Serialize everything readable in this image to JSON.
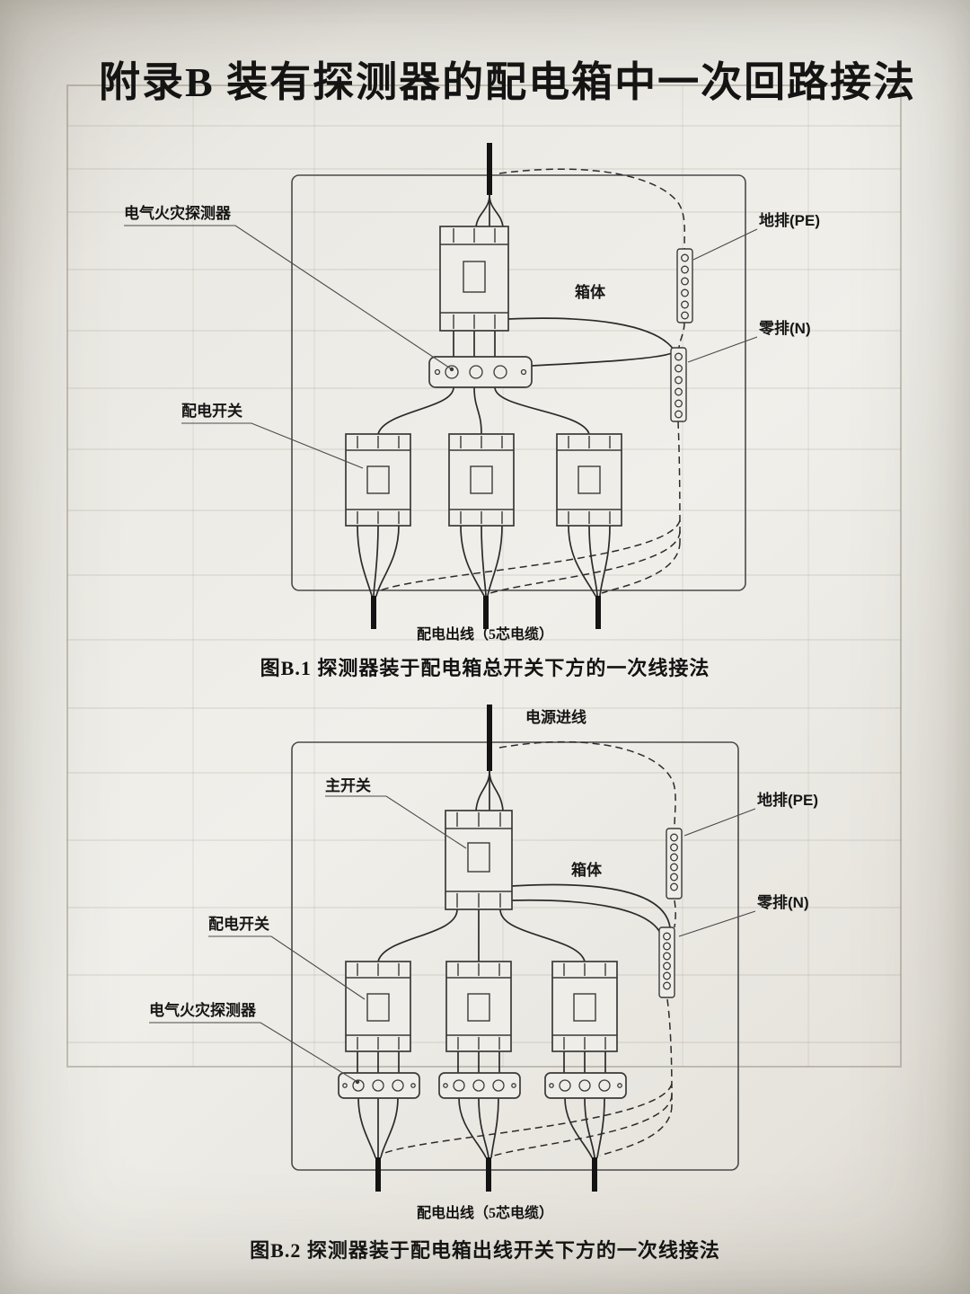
{
  "page": {
    "title": "附录B 装有探测器的配电箱中一次回路接法"
  },
  "fig1": {
    "labels": {
      "detector": "电气火灾探测器",
      "box": "箱体",
      "pe": "地排(PE)",
      "n": "零排(N)",
      "switch": "配电开关"
    },
    "cable": "配电出线（5芯电缆）",
    "caption": "图B.1 探测器装于配电箱总开关下方的一次线接法"
  },
  "fig2": {
    "labels": {
      "incoming": "电源进线",
      "main": "主开关",
      "pe": "地排(PE)",
      "box": "箱体",
      "n": "零排(N)",
      "switch": "配电开关",
      "detector": "电气火灾探测器"
    },
    "cable": "配电出线（5芯电缆）",
    "caption": "图B.2 探测器装于配电箱出线开关下方的一次线接法"
  }
}
